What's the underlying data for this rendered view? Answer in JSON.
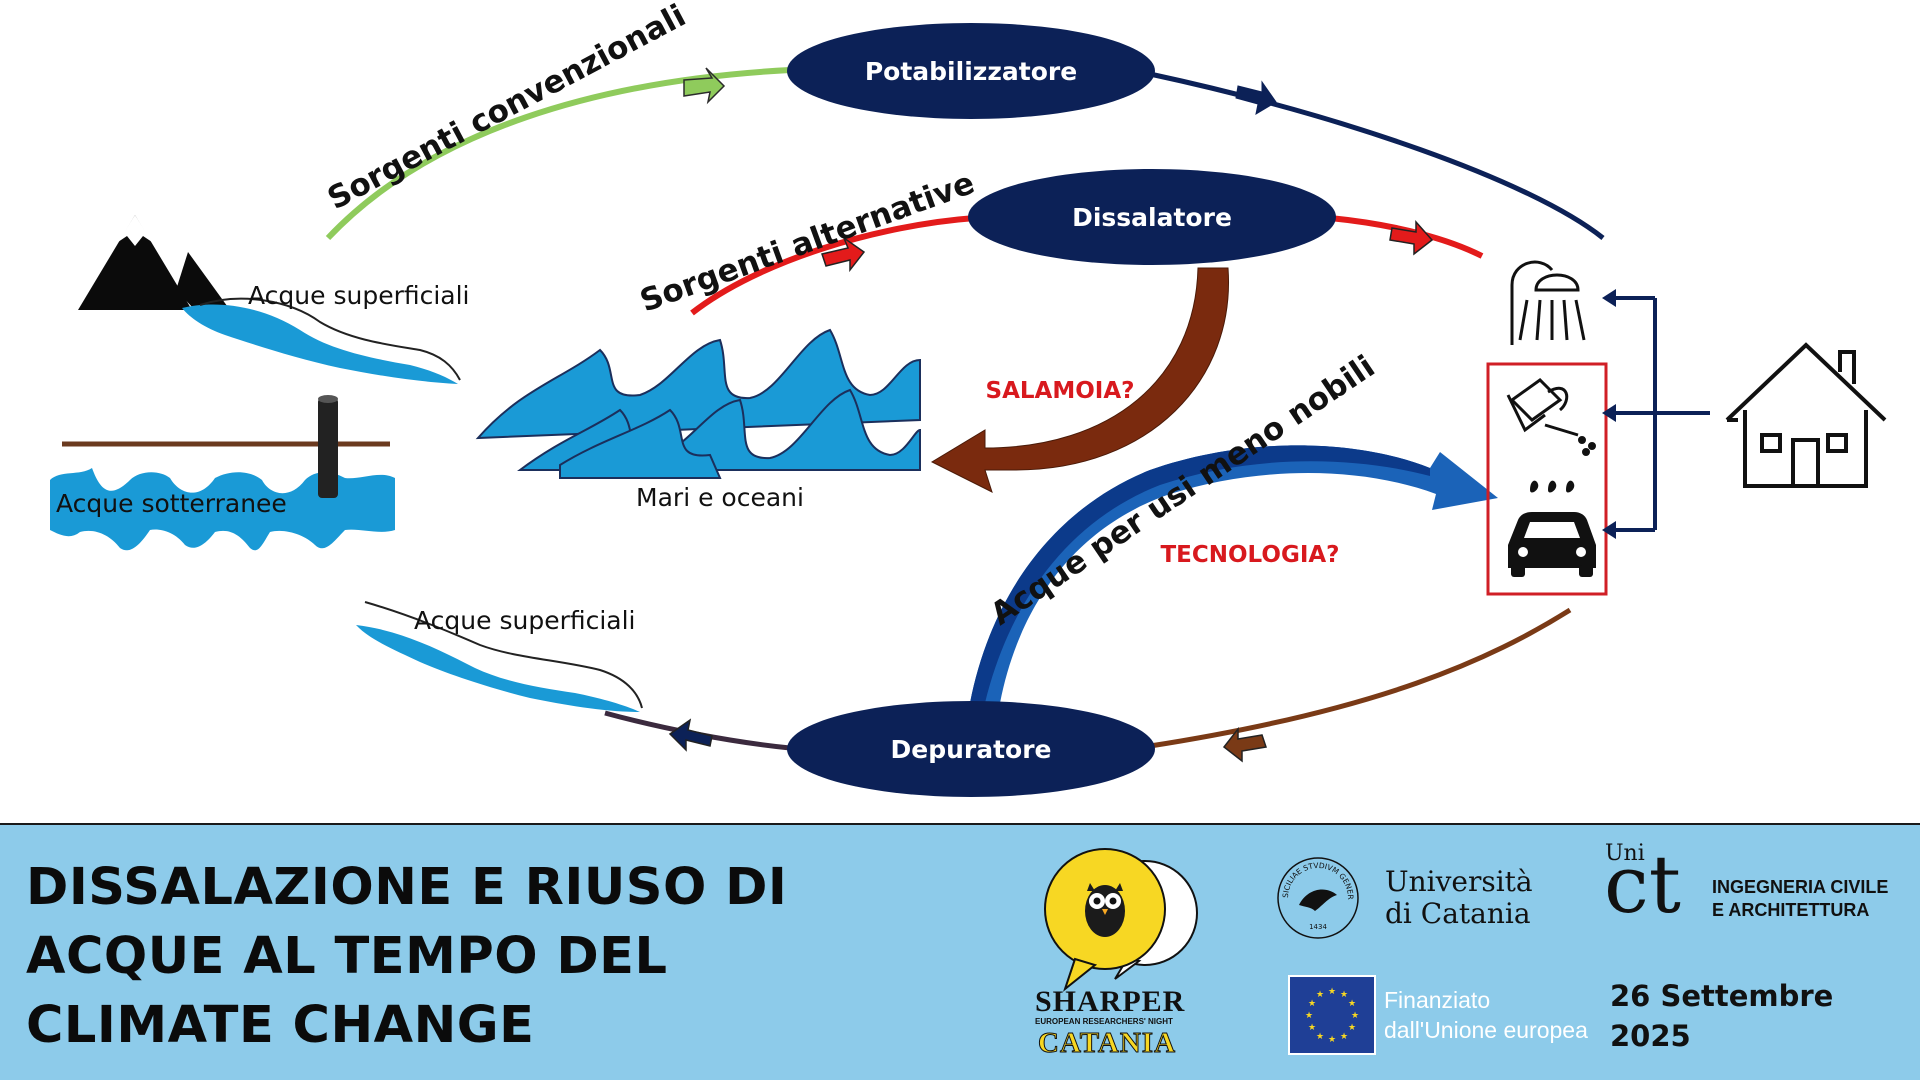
{
  "nodes": {
    "potabilizzatore": "Potabilizzatore",
    "dissalatore": "Dissalatore",
    "depuratore": "Depuratore"
  },
  "flows": {
    "conventional": "Sorgenti convenzionali",
    "alternative": "Sorgenti alternative",
    "less_noble": "Acque per usi meno nobili"
  },
  "labels": {
    "surface_top": "Acque superficiali",
    "groundwater": "Acque sotterranee",
    "seas": "Mari e oceani",
    "surface_bottom": "Acque superficiali"
  },
  "questions": {
    "brine": "SALAMOIA?",
    "technology": "TECNOLOGIA?"
  },
  "banner": {
    "title_lines": [
      "DISSALAZIONE E RIUSO DI",
      "ACQUE AL TEMPO DEL",
      "CLIMATE CHANGE"
    ],
    "sharper_name": "SHARPER",
    "sharper_sub": "EUROPEAN RESEARCHERS' NIGHT",
    "sharper_city": "CATANIA",
    "unict_line1": "Università",
    "unict_line2": "di Catania",
    "seal_text": "SICILIAE STVDIVM GENERALE",
    "seal_year": "1434",
    "dept_prefix": "Uni",
    "dept_logo": "ct",
    "dept_line1": "INGEGNERIA CIVILE",
    "dept_line2": "E ARCHITETTURA",
    "eu_line1": "Finanziato",
    "eu_line2": "dall'Unione europea",
    "date_line1": "26 Settembre",
    "date_line2": "2025"
  },
  "colors": {
    "navy": "#0c2157",
    "green": "#8fcb5c",
    "red": "#e31b1b",
    "brown": "#7a3a16",
    "water": "#1a9ad6",
    "blue_arrow": "#1b63b8",
    "banner_bg": "#8dcbea",
    "question_red": "#d8191e",
    "yellow": "#f7d723"
  },
  "icons": [
    "mountain-icon",
    "shower-icon",
    "watering-can-icon",
    "car-wash-icon",
    "house-icon",
    "owl-icon",
    "eu-flag-icon"
  ]
}
